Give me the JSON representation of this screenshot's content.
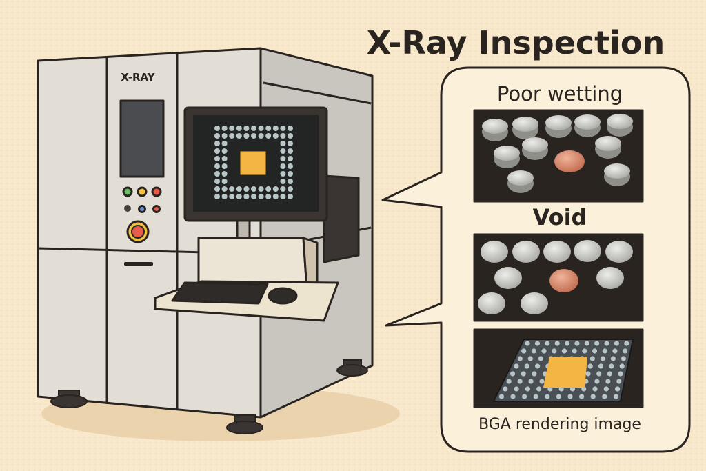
{
  "title": "X-Ray Inspection",
  "machine": {
    "label": "X-RAY"
  },
  "callout": {
    "sections": [
      {
        "label": "Poor wetting"
      },
      {
        "label": "Void"
      },
      {
        "label": "BGA rendering image"
      }
    ]
  },
  "colors": {
    "background": "#f8e8cc",
    "chip": "#f4b642",
    "defect": "#d98a6a",
    "ball": "#c9c9c4"
  }
}
